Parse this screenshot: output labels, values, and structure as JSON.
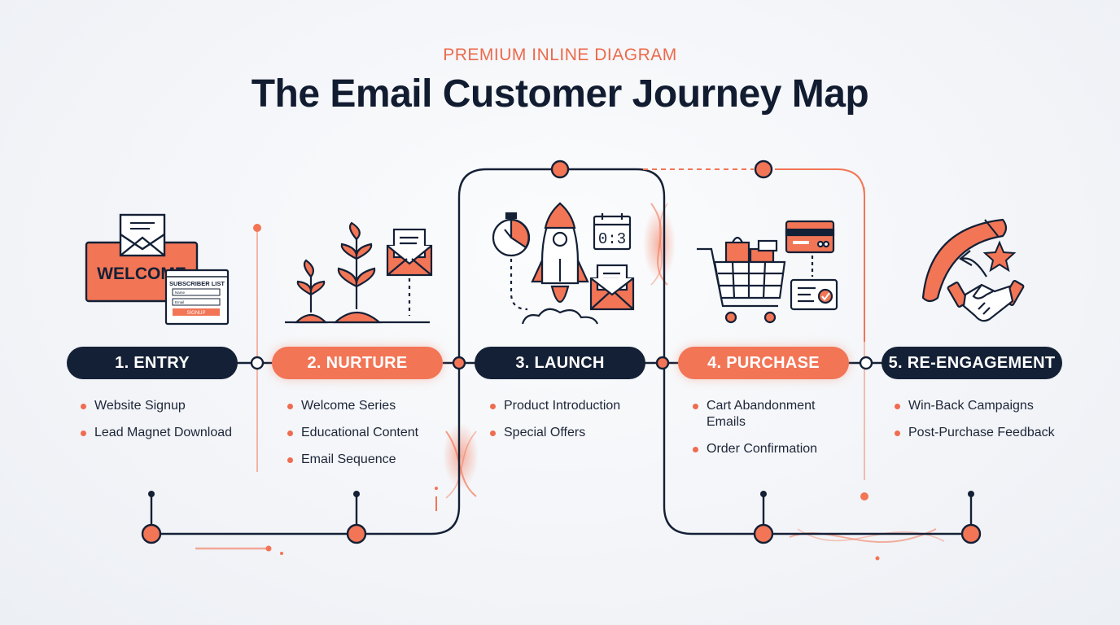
{
  "header": {
    "kicker": "PREMIUM INLINE DIAGRAM",
    "title": "The Email Customer Journey Map"
  },
  "stages": [
    {
      "label": "1. ENTRY",
      "items": [
        "Website Signup",
        "Lead Magnet Download"
      ]
    },
    {
      "label": "2. NURTURE",
      "items": [
        "Welcome Series",
        "Educational Content",
        "Email Sequence"
      ]
    },
    {
      "label": "3. LAUNCH",
      "items": [
        "Product Introduction",
        "Special Offers"
      ]
    },
    {
      "label": "4. PURCHASE",
      "items": [
        "Cart Abandonment Emails",
        "Order Confirmation"
      ]
    },
    {
      "label": "5. RE-ENGAGEMENT",
      "items": [
        "Win-Back Campaigns",
        "Post-Purchase Feedback"
      ]
    }
  ],
  "illustrations": {
    "entry": {
      "sign_text": "WELCOME",
      "list_title": "SUBSCRIBER LIST",
      "field_1": "Name",
      "field_2": "Email",
      "button": "SIGNUP"
    },
    "launch": {
      "calendar_text": "0:3"
    }
  },
  "colors": {
    "accent": "#f27556",
    "navy": "#142036",
    "background": "#f1f3f7"
  }
}
